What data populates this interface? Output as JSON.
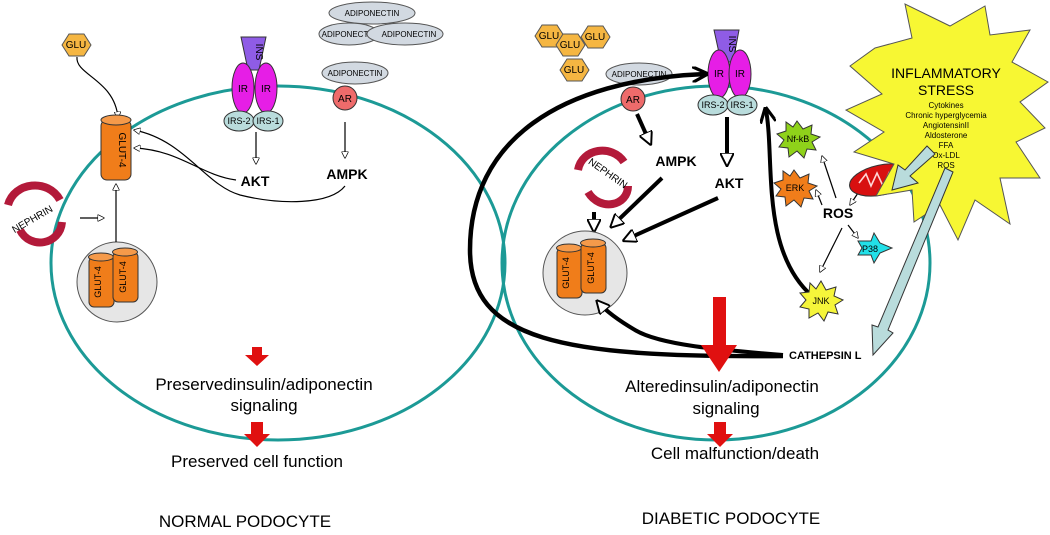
{
  "colors": {
    "cell_border": "#1c9a96",
    "glu_fill": "#f5b642",
    "glut_fill": "#f07d1a",
    "ir_fill": "#e61ee6",
    "ins_fill": "#8f5ce6",
    "irs_fill": "#b9dcdc",
    "adipo_fill": "#d2d9e1",
    "ar_fill": "#ee6b6b",
    "nephrin_fill": "#b31a3a",
    "red_arrow": "#e01010",
    "stress_fill": "#f7f733",
    "nfkb_fill": "#8fd21a",
    "erk_fill": "#f07d1a",
    "p38_fill": "#22e0e8",
    "jnk_fill": "#f5f53a",
    "mito_fill": "#d81010"
  },
  "normal": {
    "glu": "GLU",
    "glut4": "GLUT-4",
    "nephrin": "NEPHRIN",
    "ins": "INS",
    "ir": "IR",
    "irs2": "IRS-2",
    "irs1": "IRS-1",
    "ar": "AR",
    "adiponectin": "ADIPONECTIN",
    "akt": "AKT",
    "ampk": "AMPK",
    "outcome_1a": "Preservedinsulin/adiponectin",
    "outcome_1b": "signaling",
    "outcome_2": "Preserved cell function",
    "caption": "NORMAL PODOCYTE"
  },
  "diabetic": {
    "glu": "GLU",
    "glut4": "GLUT-4",
    "nephrin": "NEPHRIN",
    "ins": "INS",
    "ir": "IR",
    "irs2": "IRS-2",
    "irs1": "IRS-1",
    "ar": "AR",
    "adiponectin": "ADIPONECTIN",
    "akt": "AKT",
    "ampk": "AMPK",
    "ros": "ROS",
    "nfkb": "Nf-kB",
    "erk": "ERK",
    "p38": "P38",
    "jnk": "JNK",
    "cathepsin": "CATHEPSIN L",
    "outcome_1a": "Alteredinsulin/adiponectin",
    "outcome_1b": "signaling",
    "outcome_2": "Cell malfunction/death",
    "caption": "DIABETIC PODOCYTE"
  },
  "stress": {
    "title_1": "INFLAMMATORY",
    "title_2": "STRESS",
    "items": [
      "Cytokines",
      "Chronic hyperglycemia",
      "AngiotensinII",
      "Aldosterone",
      "FFA",
      "Ox-LDL",
      "ROS"
    ]
  }
}
